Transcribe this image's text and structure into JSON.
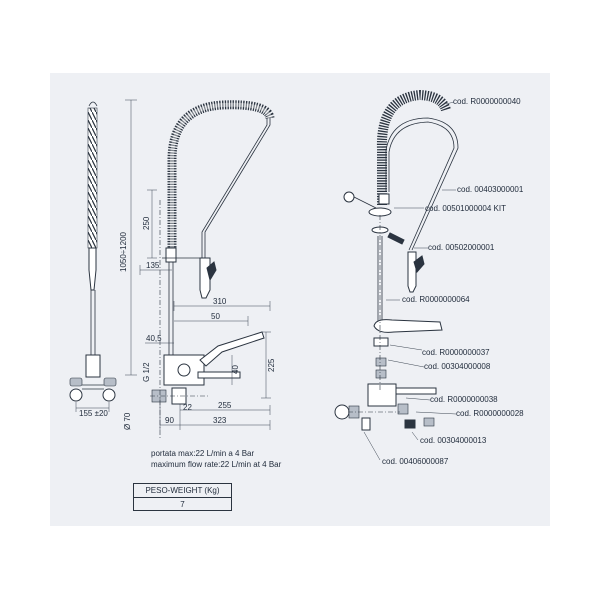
{
  "dimensions": {
    "d250": "250",
    "d1050_1200": "1050÷1200",
    "d135": "135",
    "d310": "310",
    "d50": "50",
    "d40_5": "40,5",
    "d225": "225",
    "d40": "40",
    "g1_2": "G 1/2",
    "d155": "155 ±20",
    "d70": "Ø 70",
    "d22": "22",
    "d255": "255",
    "d90": "90",
    "d323": "323"
  },
  "flow_note": {
    "line1": "portata max:22 L/min a 4 Bar",
    "line2": "maximum flow rate:22 L/min at 4 Bar"
  },
  "weight_table": {
    "header": "PESO-WEIGHT (Kg)",
    "value": "7"
  },
  "part_codes": [
    "cod. R0000000040",
    "cod. 00403000001",
    "cod. 00501000004 KIT",
    "cod. 00502000001",
    "cod. R0000000064",
    "cod. R0000000037",
    "cod. 00304000008",
    "cod. R0000000038",
    "cod. R0000000028",
    "cod. 00304000013",
    "cod. 00406000087"
  ],
  "colors": {
    "sheet_background": "#eef0f4",
    "line": "#2b3440"
  }
}
